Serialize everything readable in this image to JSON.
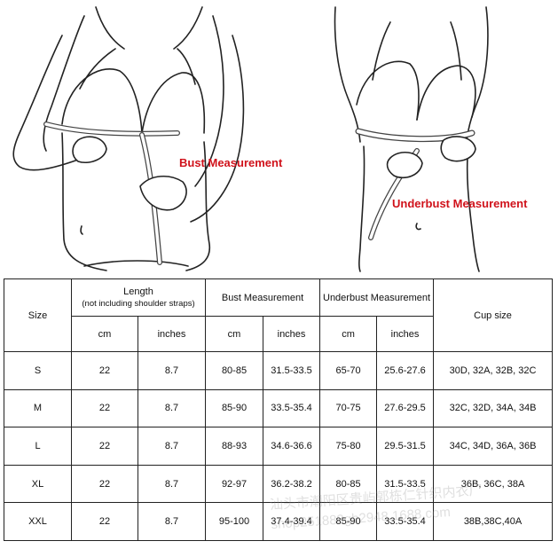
{
  "captions": {
    "bust": "Bust Measurement",
    "underbust": "Underbust Measurement"
  },
  "table": {
    "size_header": "Size",
    "length_header": "Length",
    "length_note": "(not including shoulder straps)",
    "bust_header": "Bust Measurement",
    "underbust_header": "Underbust Measurement",
    "cup_header": "Cup size",
    "unit_cm": "cm",
    "unit_inches": "inches",
    "rows": [
      {
        "size": "S",
        "len_cm": "22",
        "len_in": "8.7",
        "bust_cm": "80-85",
        "bust_in": "31.5-33.5",
        "under_cm": "65-70",
        "under_in": "25.6-27.6",
        "cup": "30D, 32A, 32B, 32C"
      },
      {
        "size": "M",
        "len_cm": "22",
        "len_in": "8.7",
        "bust_cm": "85-90",
        "bust_in": "33.5-35.4",
        "under_cm": "70-75",
        "under_in": "27.6-29.5",
        "cup": "32C, 32D, 34A, 34B"
      },
      {
        "size": "L",
        "len_cm": "22",
        "len_in": "8.7",
        "bust_cm": "88-93",
        "bust_in": "34.6-36.6",
        "under_cm": "75-80",
        "under_in": "29.5-31.5",
        "cup": "34C, 34D, 36A, 36B"
      },
      {
        "size": "XL",
        "len_cm": "22",
        "len_in": "8.7",
        "bust_cm": "92-97",
        "bust_in": "36.2-38.2",
        "under_cm": "80-85",
        "under_in": "31.5-33.5",
        "cup": "36B, 36C, 38A"
      },
      {
        "size": "XXL",
        "len_cm": "22",
        "len_in": "8.7",
        "bust_cm": "95-100",
        "bust_in": "37.4-39.4",
        "under_cm": "85-90",
        "under_in": "33.5-35.4",
        "cup": "38B,38C,40A"
      }
    ]
  },
  "watermark": {
    "line1": "汕头市潮阳区贵屿郭栋仁针织内衣厂",
    "line2": "shop251883gb2948.1688.com"
  }
}
